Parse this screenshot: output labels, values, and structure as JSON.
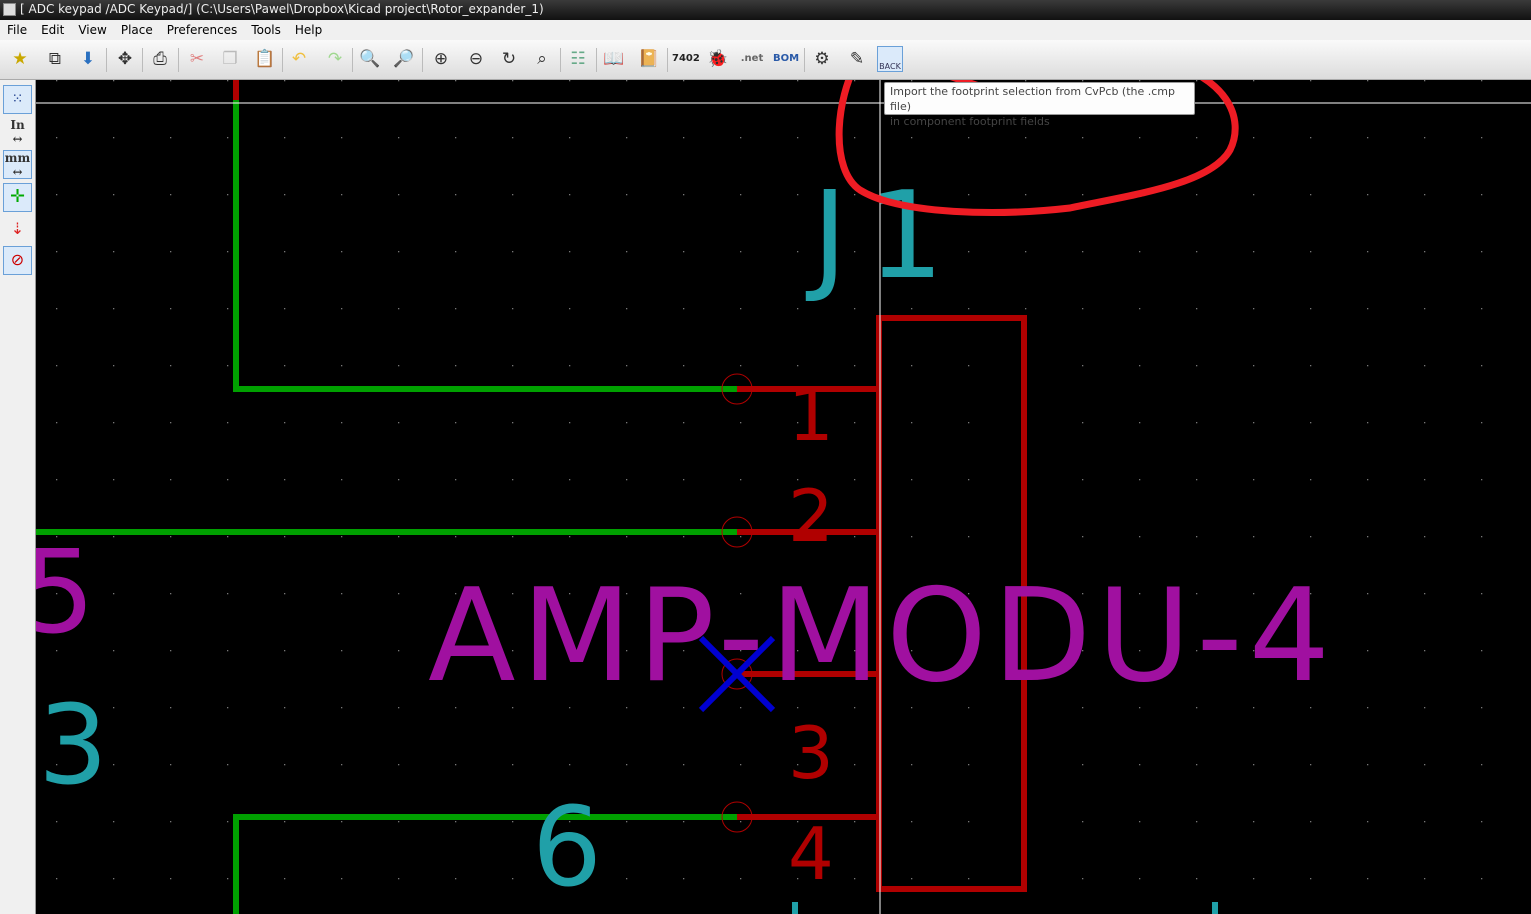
{
  "window": {
    "title": "[ ADC keypad /ADC Keypad/] (C:\\Users\\Pawel\\Dropbox\\Kicad project\\Rotor_expander_1)"
  },
  "menu": [
    "File",
    "Edit",
    "View",
    "Place",
    "Preferences",
    "Tools",
    "Help"
  ],
  "toolbar": {
    "annotate_label": "7402",
    "netlist_label": ".net",
    "bom_label": "BOM",
    "back_label": "BACK"
  },
  "left_toolbar": {
    "inch_label": "In",
    "mm_label": "mm"
  },
  "tooltip": {
    "line1": "Import the footprint selection from CvPcb (the .cmp file)",
    "line2": "in component footprint fields"
  },
  "schematic": {
    "reference": "J1",
    "value": "AMP-MODU-4",
    "pins": [
      "1",
      "2",
      "3",
      "4"
    ],
    "left_value_fragment": "5",
    "left_ref_fragment": "3",
    "bottom_fragment": "6"
  },
  "colors": {
    "wire": "#00a000",
    "pin": "#b00000",
    "reference": "#20a0a8",
    "value": "#a010a0",
    "noconnect": "#0000d0",
    "annotation": "#ee1c24"
  }
}
